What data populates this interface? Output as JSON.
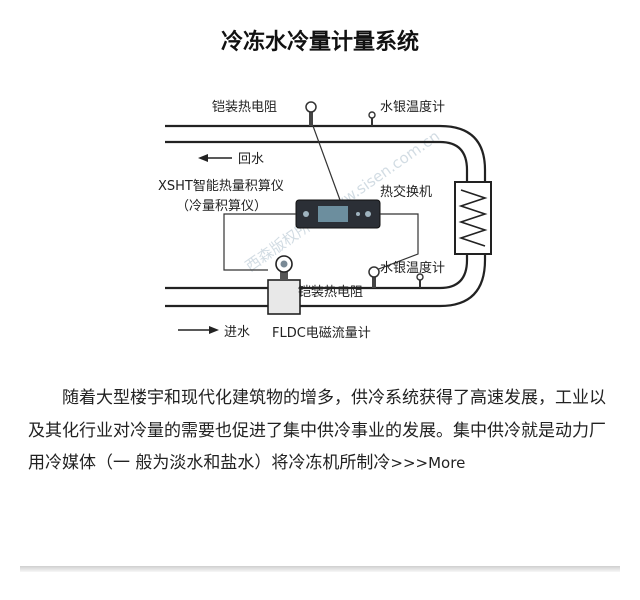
{
  "title": "冷冻水冷量计量系统",
  "diagram": {
    "labels": {
      "rtd_top": "铠装热电阻",
      "thermometer_top": "水银温度计",
      "return_water": "回水",
      "calculator_line1": "XSHT智能热量积算仪",
      "calculator_line2": "（冷量积算仪）",
      "heat_exchanger": "热交换机",
      "thermometer_bottom": "水银温度计",
      "rtd_bottom": "铠装热电阻",
      "inlet_water": "进水",
      "flowmeter": "FLDC电磁流量计"
    },
    "watermark": "西森版权所有  www.sisen.com.cn"
  },
  "article": {
    "text": "随着大型楼宇和现代化建筑物的增多，供冷系统获得了高速发展，工业以及其化行业对冷量的需要也促进了集中供冷事业的发展。集中供冷就是动力厂用冷媒体（一 般为淡水和盐水）将冷冻机所制冷",
    "more_label": ">>>More"
  }
}
